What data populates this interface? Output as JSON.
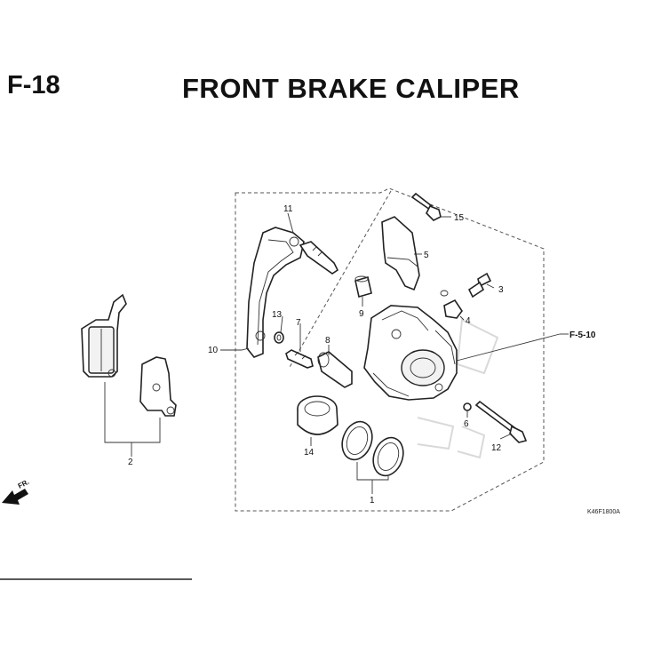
{
  "header": {
    "section_code": "F-18",
    "title": "FRONT BRAKE CALIPER"
  },
  "parts": {
    "p1": "1",
    "p2": "2",
    "p3": "3",
    "p4": "4",
    "p5": "5",
    "p6": "6",
    "p7": "7",
    "p8": "8",
    "p9": "9",
    "p10": "10",
    "p11": "11",
    "p12": "12",
    "p13": "13",
    "p14": "14",
    "p15": "15"
  },
  "reference": "F-5-10",
  "direction_label": "FR.",
  "diagram_code": "K46F1800A"
}
